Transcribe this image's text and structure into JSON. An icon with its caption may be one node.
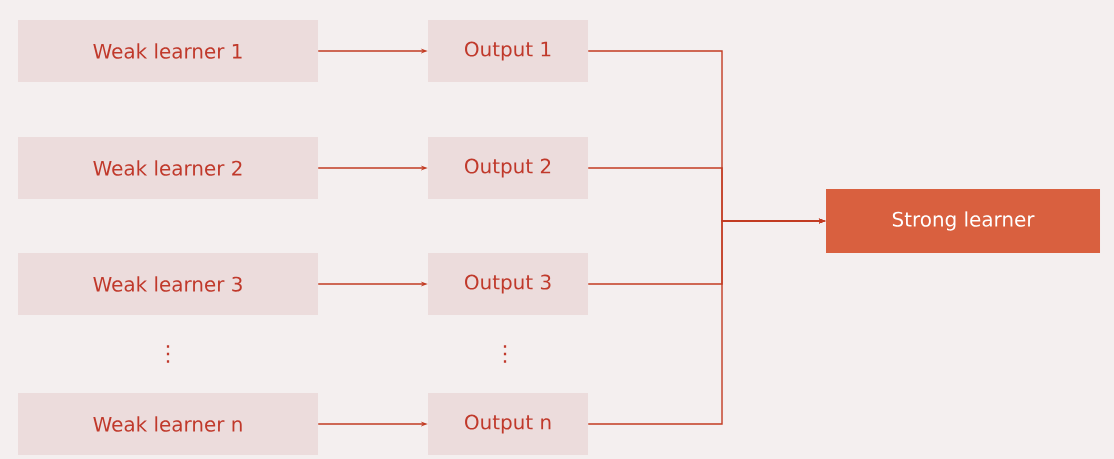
{
  "diagram": {
    "nodes": [
      {
        "text": [
          "Weak learner 1"
        ]
      },
      {
        "text": [
          "Output 1"
        ]
      },
      {
        "text": [
          "Weak learner 2"
        ]
      },
      {
        "text": [
          "Output 2"
        ]
      },
      {
        "text": [
          "Weak learner 3"
        ]
      },
      {
        "text": [
          "Output 3"
        ]
      },
      {
        "text": [
          "Weak learner n"
        ]
      },
      {
        "text": [
          "Output n"
        ]
      },
      {
        "text": [
          "Strong learner"
        ]
      }
    ],
    "edges": [
      {
        "from": 0,
        "to": 1,
        "arrow": "to"
      },
      {
        "from": 2,
        "to": 3,
        "arrow": "to"
      },
      {
        "from": 4,
        "to": 5,
        "arrow": "to"
      },
      {
        "from": 6,
        "to": 7,
        "arrow": "to"
      },
      {
        "from": 1,
        "to": 8,
        "arrow": "to"
      },
      {
        "from": 3,
        "to": 8,
        "arrow": "to"
      },
      {
        "from": 5,
        "to": 8,
        "arrow": "to"
      },
      {
        "from": 7,
        "to": 8,
        "arrow": "to"
      }
    ],
    "labels": [
      "⋮",
      "⋮"
    ]
  }
}
